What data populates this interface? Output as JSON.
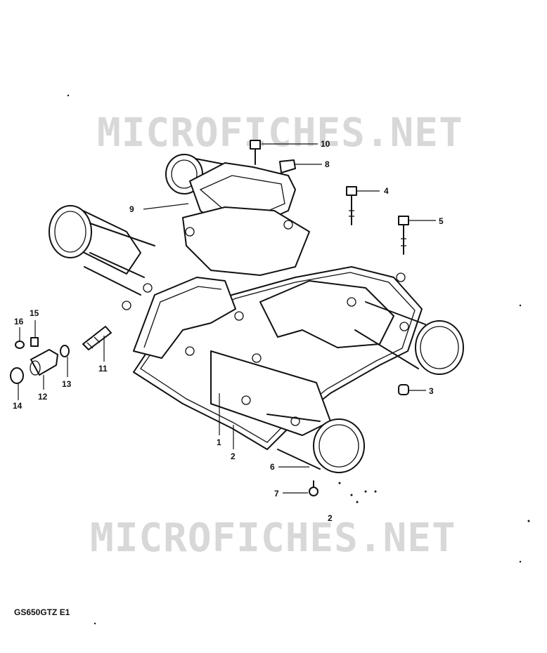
{
  "watermark": {
    "text": "MICROFICHES.NET"
  },
  "footer": {
    "model_code": "GS650GTZ E1"
  },
  "callouts": [
    "1",
    "2",
    "3",
    "4",
    "5",
    "6",
    "7",
    "8",
    "9",
    "10",
    "11",
    "12",
    "13",
    "14",
    "15",
    "16"
  ],
  "stray_mark": "2"
}
